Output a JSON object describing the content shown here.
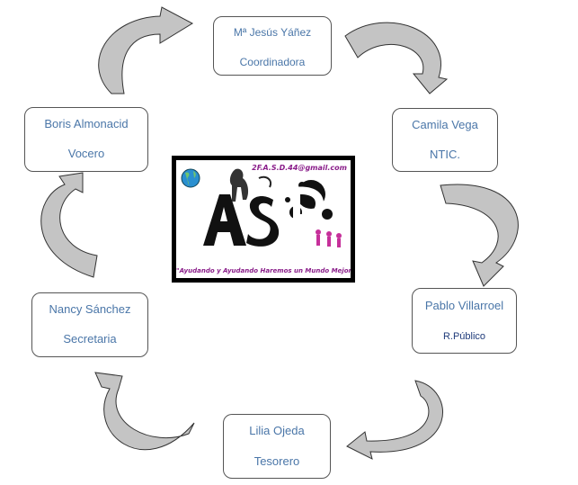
{
  "roles": [
    {
      "name": "Mª Jesús Yáñez",
      "role": "Coordinadora"
    },
    {
      "name": "Camila Vega",
      "role": "NTIC."
    },
    {
      "name": "Pablo Villarroel",
      "role": "R.Público"
    },
    {
      "name": "Lilia Ojeda",
      "role": "Tesorero"
    },
    {
      "name": "Nancy Sánchez",
      "role": "Secretaria"
    },
    {
      "name": "Boris Almonacid",
      "role": "Vocero"
    }
  ],
  "logo": {
    "email": "2F.A.S.D.44@gmail.com",
    "slogan": "\"Ayudando y Ayudando Haremos un Mundo Mejor\""
  },
  "colors": {
    "text": "#4a76a8",
    "arrow_fill": "#c4c4c4",
    "border": "#555555",
    "logo_accent": "#8a1e8a"
  }
}
